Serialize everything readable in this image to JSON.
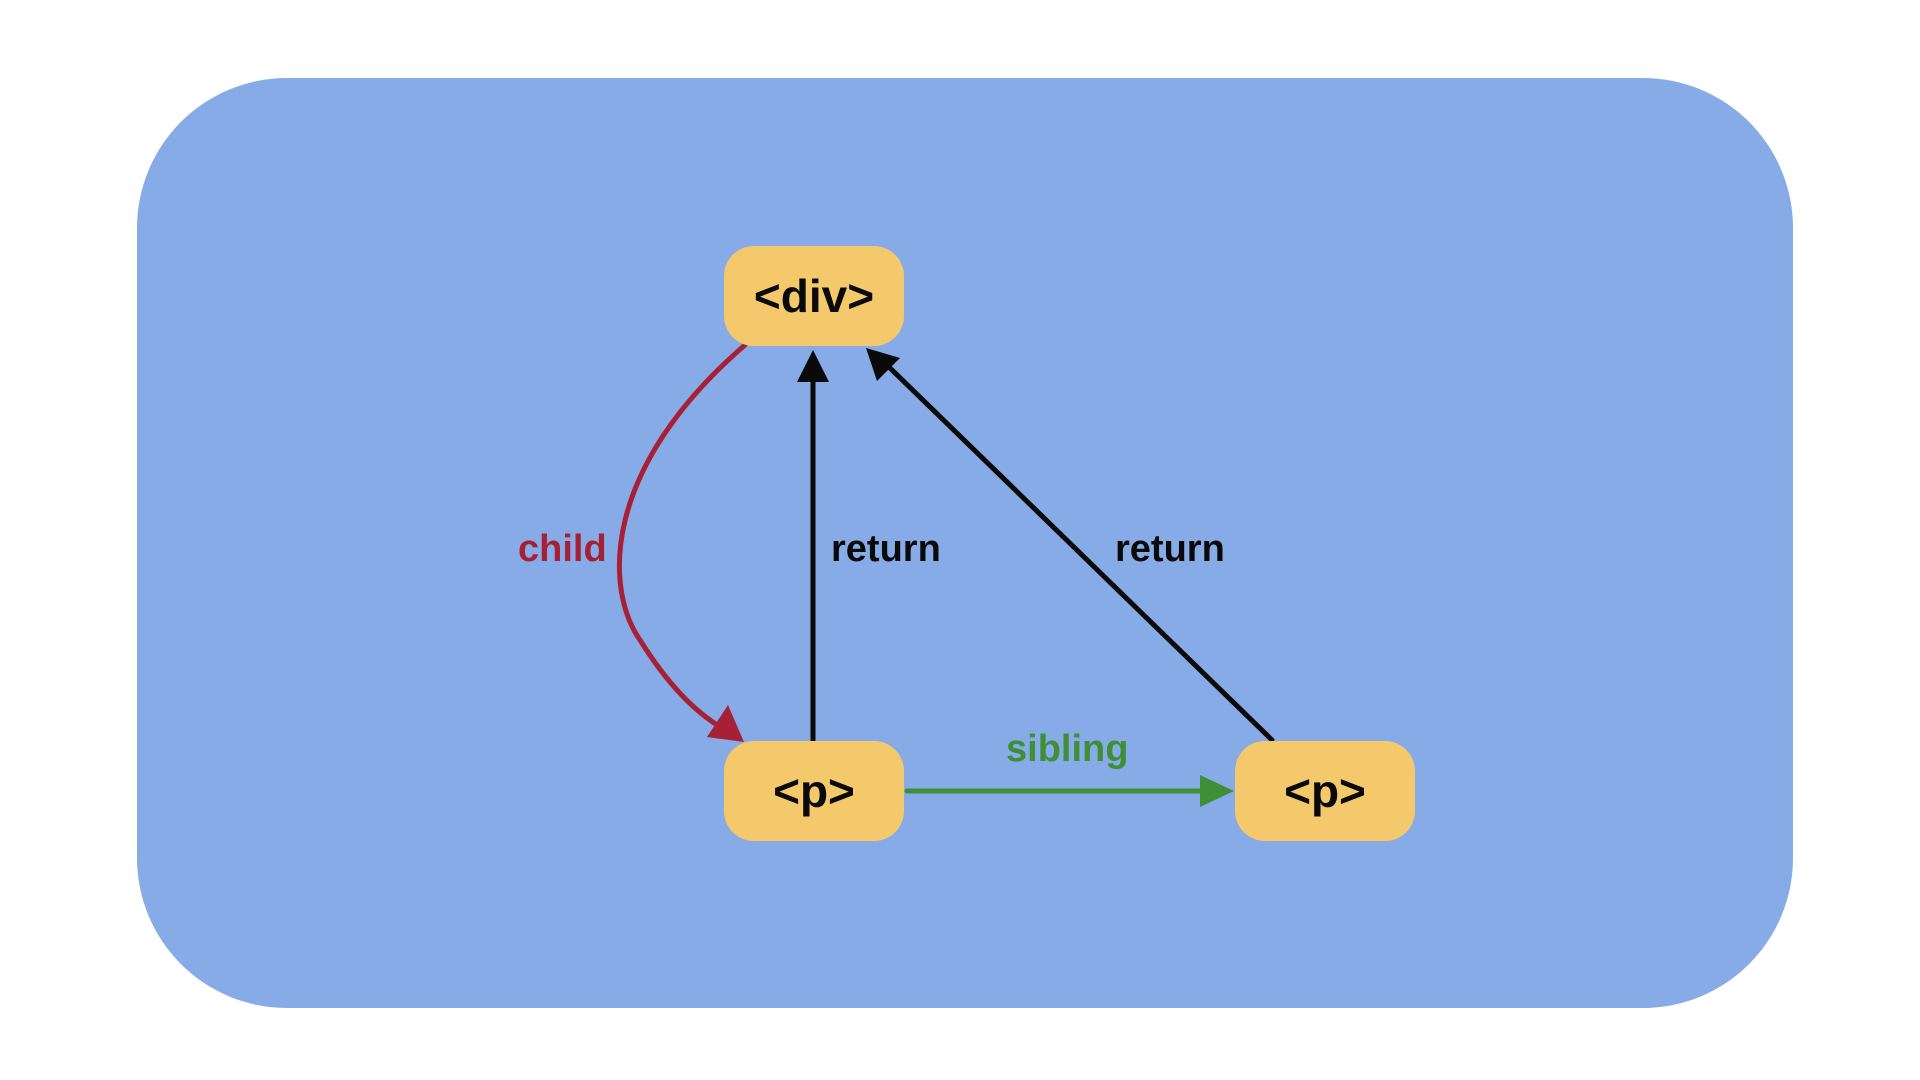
{
  "colors": {
    "panel": "#86abe6",
    "node": "#f4c96c",
    "node_text": "#0a0a0a",
    "child": "#a82035",
    "return": "#0a0a0a",
    "sibling": "#3f8f36"
  },
  "nodes": {
    "div": {
      "label": "<div>"
    },
    "p1": {
      "label": "<p>"
    },
    "p2": {
      "label": "<p>"
    }
  },
  "edges": {
    "child": {
      "label": "child"
    },
    "return_p1": {
      "label": "return"
    },
    "return_p2": {
      "label": "return"
    },
    "sibling": {
      "label": "sibling"
    }
  }
}
